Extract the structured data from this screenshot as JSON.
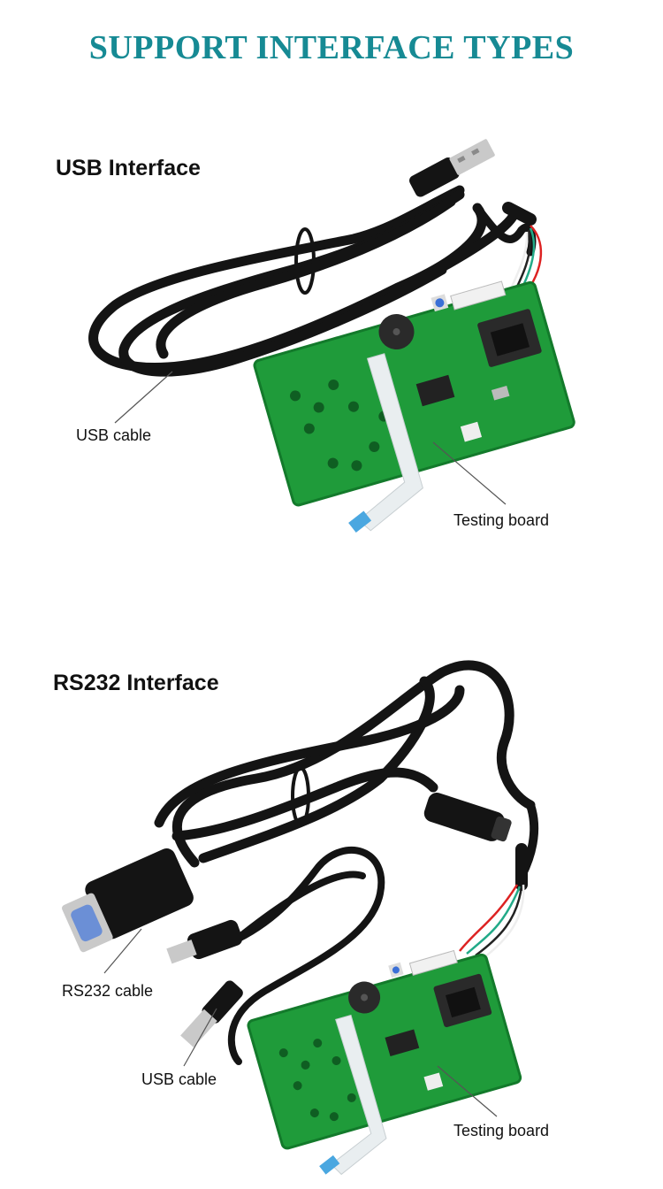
{
  "colors": {
    "title": "#168a94",
    "cable": "#141414",
    "pcb": "#1f9b3a",
    "pcb_dark": "#137a2b",
    "ribbon": "#e9eef0",
    "connector": "#2a2a2a",
    "silver": "#c9c9c9",
    "leader_line": "#555555"
  },
  "page": {
    "title": "SUPPORT INTERFACE TYPES"
  },
  "sections": [
    {
      "title": "USB  Interface",
      "labels": {
        "cable": "USB  cable",
        "board": "Testing board"
      }
    },
    {
      "title": "RS232  Interface",
      "labels": {
        "rs232_cable": "RS232  cable",
        "usb_cable": "USB cable",
        "board": "Testing board"
      }
    }
  ]
}
